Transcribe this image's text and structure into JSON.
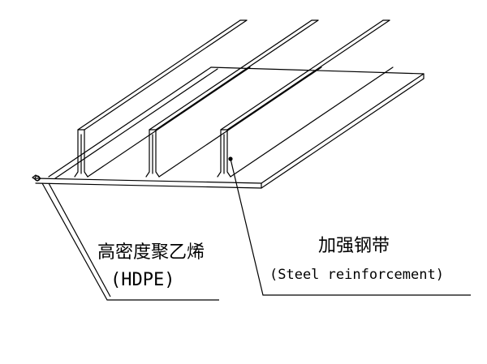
{
  "labels": {
    "hdpe_cn": "高密度聚乙烯",
    "hdpe_en": "(HDPE)",
    "steel_cn": "加强钢带",
    "steel_en": "(Steel reinforcement)"
  },
  "rib_count": 3
}
